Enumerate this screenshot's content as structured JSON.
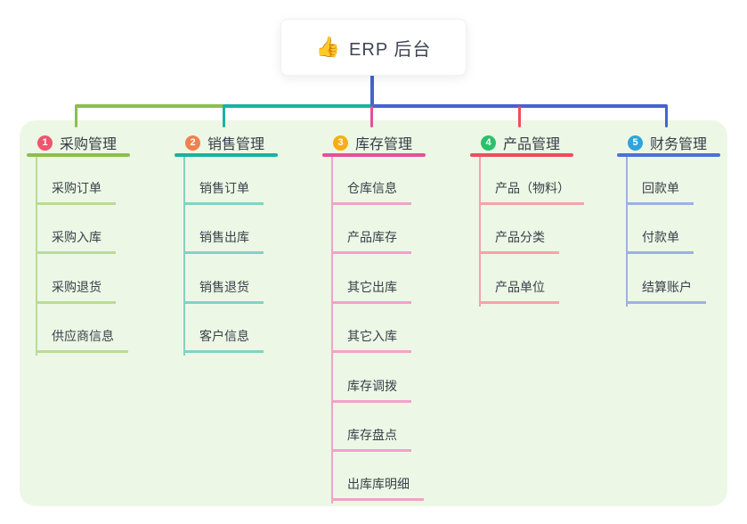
{
  "root": {
    "icon": "👍",
    "title": "ERP 后台"
  },
  "panel": {
    "bg": "#edf7e5"
  },
  "connector": {
    "trunk_color": "#4763ce",
    "segments": {
      "green": "#8cbf4d",
      "teal": "#19b2a3",
      "blue": "#4763ce"
    }
  },
  "branches": [
    {
      "num": "1",
      "label": "采购管理",
      "badge_color": "#f0556e",
      "line_color": "#8cbf4d",
      "child_line_color": "#b9dc96",
      "drop_color": "#8cbf4d",
      "children": [
        "采购订单",
        "采购入库",
        "采购退货",
        "供应商信息"
      ]
    },
    {
      "num": "2",
      "label": "销售管理",
      "badge_color": "#f08050",
      "line_color": "#19b2a3",
      "child_line_color": "#82d2c6",
      "drop_color": "#19b2a3",
      "children": [
        "销售订单",
        "销售出库",
        "销售退货",
        "客户信息"
      ]
    },
    {
      "num": "3",
      "label": "库存管理",
      "badge_color": "#f8ad17",
      "line_color": "#e44f9e",
      "child_line_color": "#f2a2cb",
      "drop_color": "#e44f9e",
      "children": [
        "仓库信息",
        "产品库存",
        "其它出库",
        "其它入库",
        "库存调拨",
        "库存盘点",
        "出库库明细"
      ]
    },
    {
      "num": "4",
      "label": "产品管理",
      "badge_color": "#2cc06a",
      "line_color": "#f04d5c",
      "child_line_color": "#f7a2aa",
      "drop_color": "#f04d5c",
      "children": [
        "产品（物料）",
        "产品分类",
        "产品单位"
      ]
    },
    {
      "num": "5",
      "label": "财务管理",
      "badge_color": "#2fa3dc",
      "line_color": "#4973d6",
      "child_line_color": "#9cb1e2",
      "drop_color": "#4763ce",
      "children": [
        "回款单",
        "付款单",
        "结算账户"
      ]
    }
  ]
}
